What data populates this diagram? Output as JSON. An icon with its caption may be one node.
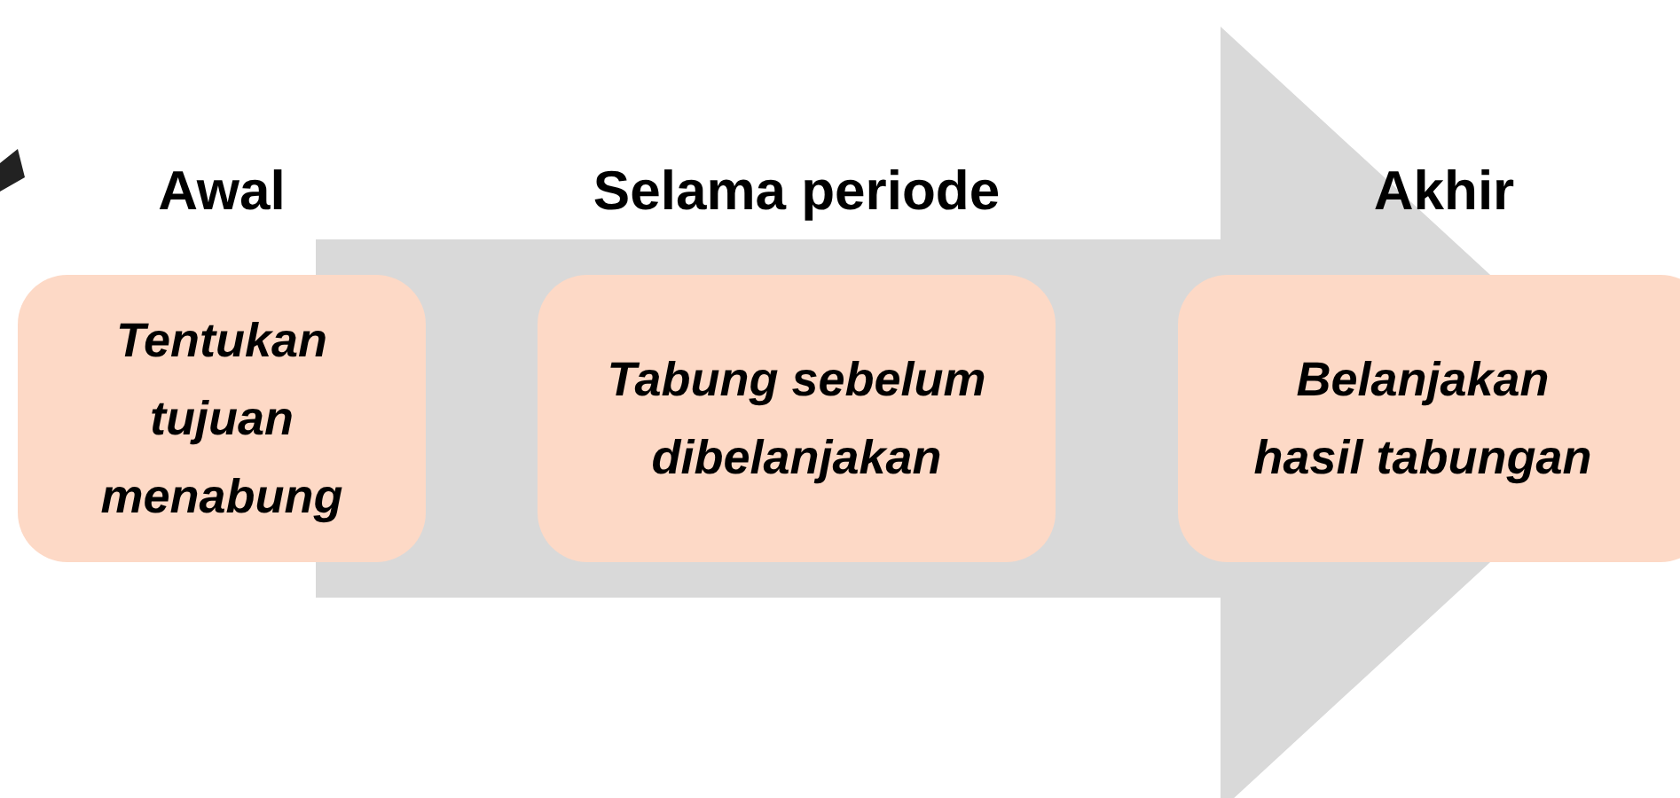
{
  "diagram": {
    "nodes": [
      {
        "text": [
          "Awal",
          "Tentukan tujuan menabung"
        ]
      },
      {
        "text": [
          "Selama periode",
          "Tabung sebelum dibelanjakan"
        ]
      },
      {
        "text": [
          "Akhir",
          "Belanjakan hasil tabungan"
        ]
      }
    ],
    "edges": [
      {
        "from": 0,
        "to": 2,
        "arrow": "to",
        "style": "thick"
      }
    ]
  }
}
